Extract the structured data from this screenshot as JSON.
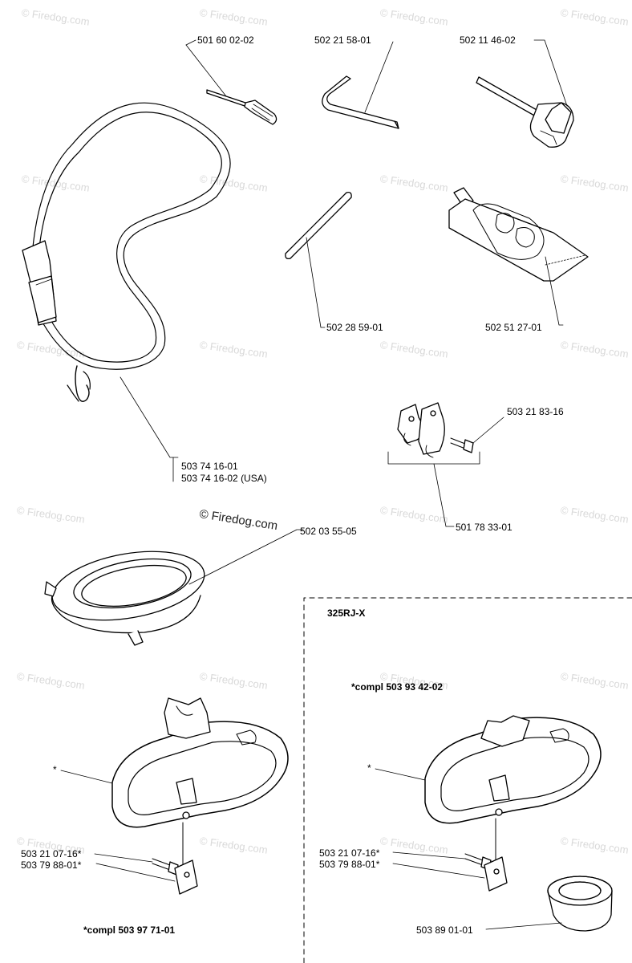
{
  "watermark": {
    "text": "© Firedog.com",
    "color": "#d9d9d9"
  },
  "center_watermark": {
    "text": "© Firedog.com"
  },
  "parts": [
    {
      "id": "p1",
      "number": "501 60 02-02"
    },
    {
      "id": "p2",
      "number": "502 21 58-01"
    },
    {
      "id": "p3",
      "number": "502 11 46-02"
    },
    {
      "id": "p4",
      "number": "502 28 59-01"
    },
    {
      "id": "p5",
      "number": "502 51 27-01"
    },
    {
      "id": "p6",
      "number": "503 21 83-16"
    },
    {
      "id": "p7a",
      "number": "503 74 16-01"
    },
    {
      "id": "p7b",
      "number": "503 74 16-02 (USA)"
    },
    {
      "id": "p8",
      "number": "501 78 33-01"
    },
    {
      "id": "p9",
      "number": "502 03 55-05"
    },
    {
      "id": "p10",
      "number": "503 21 07-16*"
    },
    {
      "id": "p11",
      "number": "503 79 88-01*"
    },
    {
      "id": "p12",
      "number": "503 21 07-16*"
    },
    {
      "id": "p13",
      "number": "503 79 88-01*"
    },
    {
      "id": "p14",
      "number": "503 89 01-01"
    }
  ],
  "asterisk_marker": "*",
  "kits": {
    "left": "*compl 503 97 71-01",
    "right": "*compl 503 93 42-02"
  },
  "model_box_label": "325RJ-X"
}
